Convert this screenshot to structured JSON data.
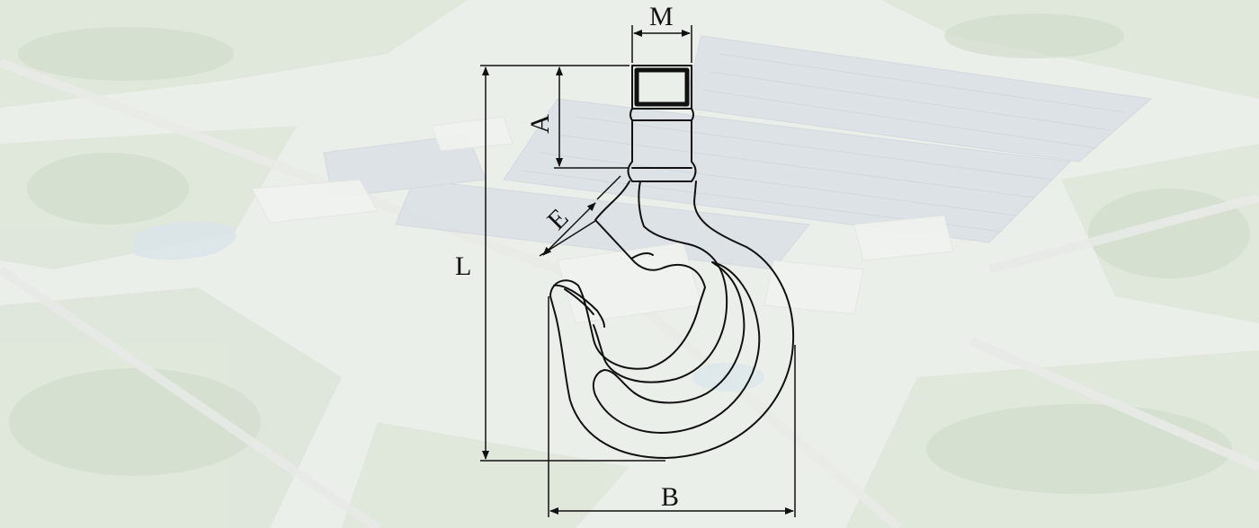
{
  "diagram": {
    "subject": "hook",
    "dimension_labels": {
      "m": "M",
      "a": "A",
      "e": "E",
      "l": "L",
      "b": "B"
    }
  },
  "background": {
    "description_colors": {
      "fade": "#eef1ec",
      "green": "#c9d6c2",
      "roof": "#c8d2e0",
      "road": "#e1e3e0"
    }
  }
}
